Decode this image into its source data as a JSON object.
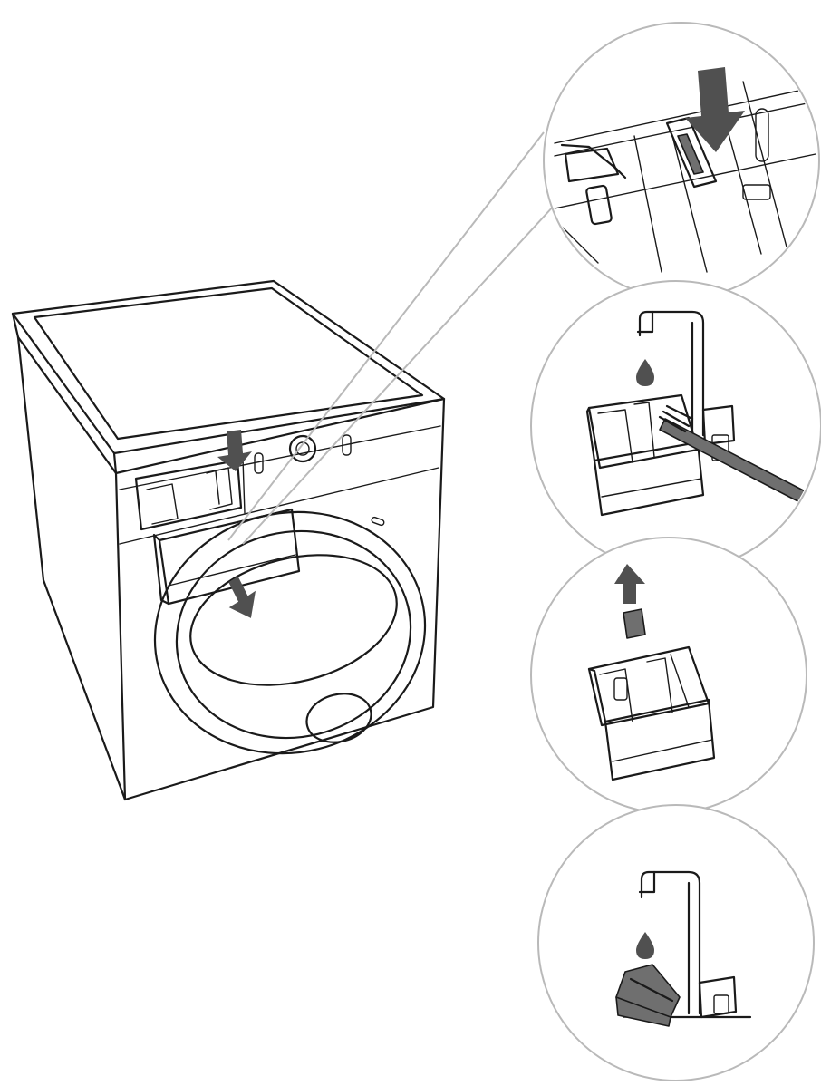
{
  "colors": {
    "line": "#1a1a1a",
    "callout_ring": "#b9b9b9",
    "arrow_fill": "#505050",
    "part_fill": "#6f6f6f"
  },
  "icons": [
    "press-down-arrow-icon",
    "pull-out-arrow-icon",
    "lift-up-arrow-icon",
    "water-drop-icon",
    "faucet-icon",
    "brush-icon"
  ],
  "steps": [
    {
      "id": 1,
      "action": "press-release-lever"
    },
    {
      "id": 2,
      "action": "rinse-drawer-with-brush"
    },
    {
      "id": 3,
      "action": "remove-siphon-cap"
    },
    {
      "id": 4,
      "action": "rinse-siphon-cap"
    }
  ]
}
